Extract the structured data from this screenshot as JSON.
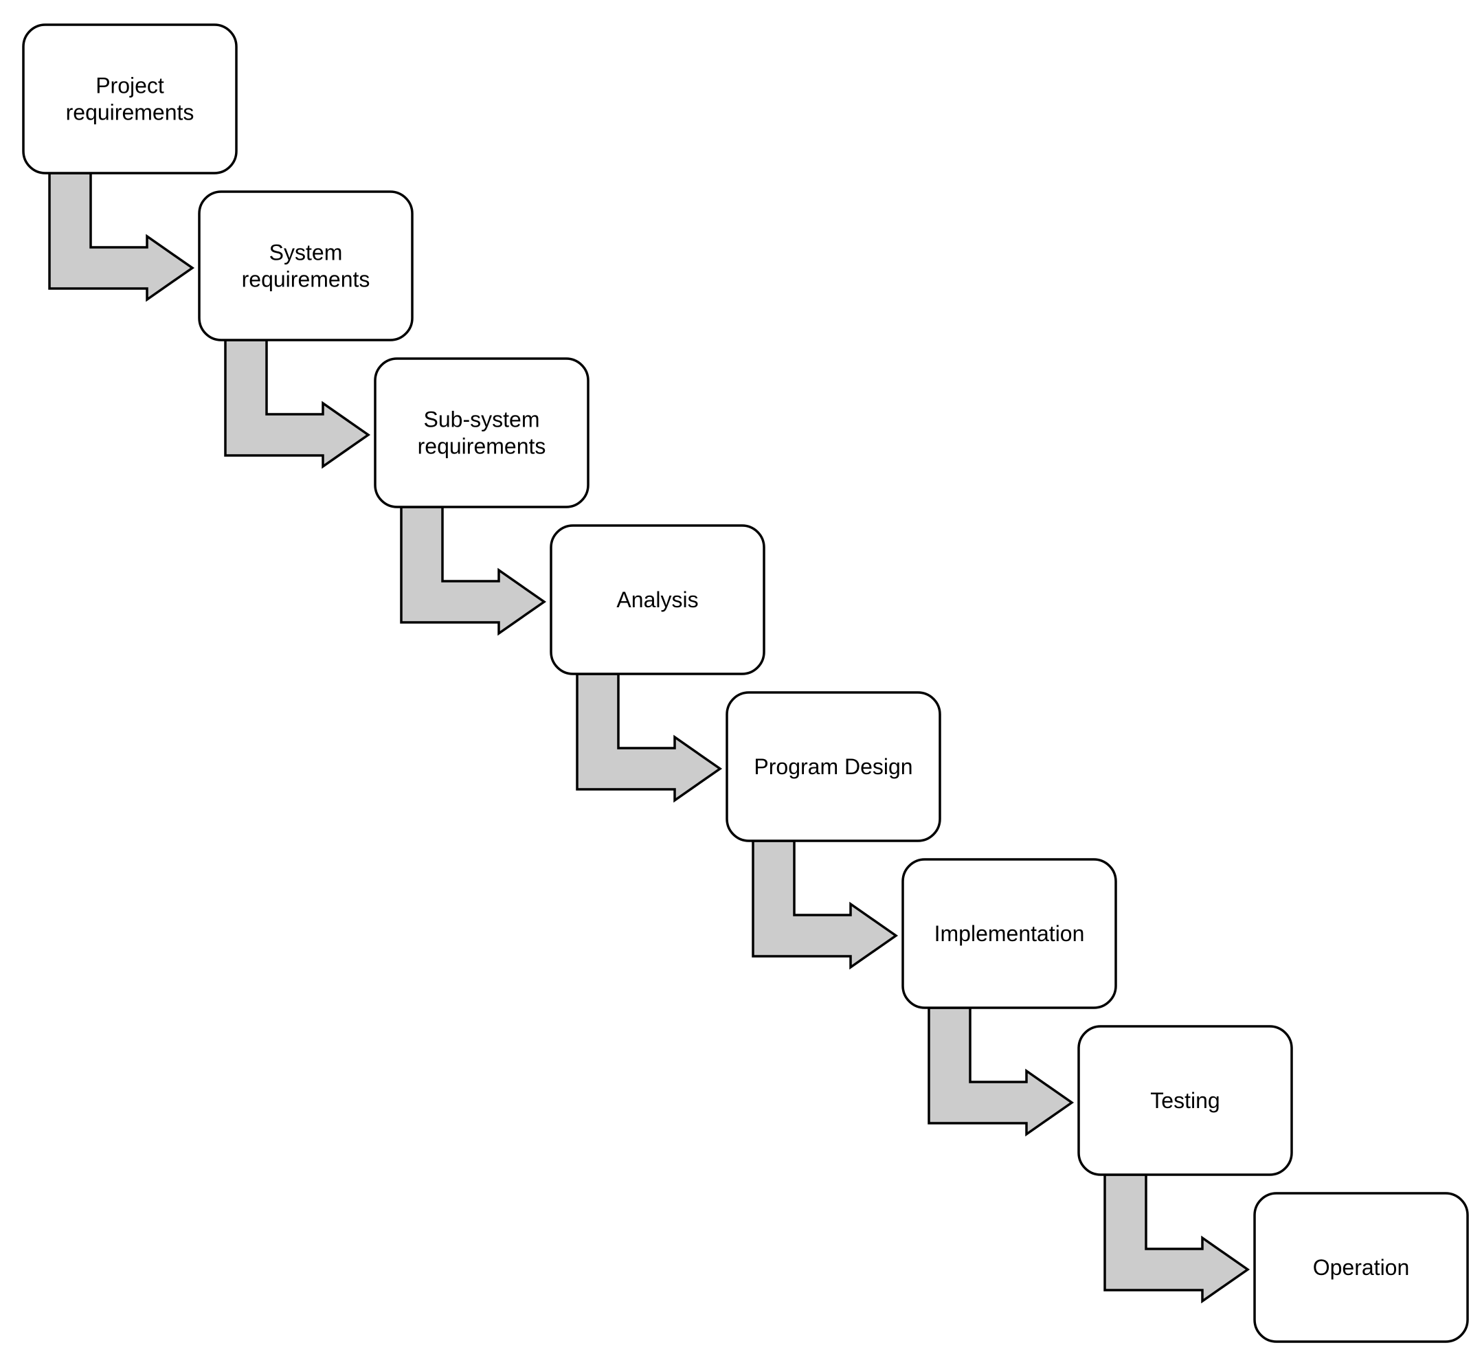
{
  "diagram": {
    "type": "waterfall-process",
    "connector_fill": "#cccccc",
    "box_stroke": "#000000",
    "steps": [
      {
        "lines": [
          "Project",
          "requirements"
        ]
      },
      {
        "lines": [
          "System",
          "requirements"
        ]
      },
      {
        "lines": [
          "Sub-system",
          "requirements"
        ]
      },
      {
        "lines": [
          "Analysis"
        ]
      },
      {
        "lines": [
          "Program Design"
        ]
      },
      {
        "lines": [
          "Implementation"
        ]
      },
      {
        "lines": [
          "Testing"
        ]
      },
      {
        "lines": [
          "Operation"
        ]
      }
    ]
  }
}
